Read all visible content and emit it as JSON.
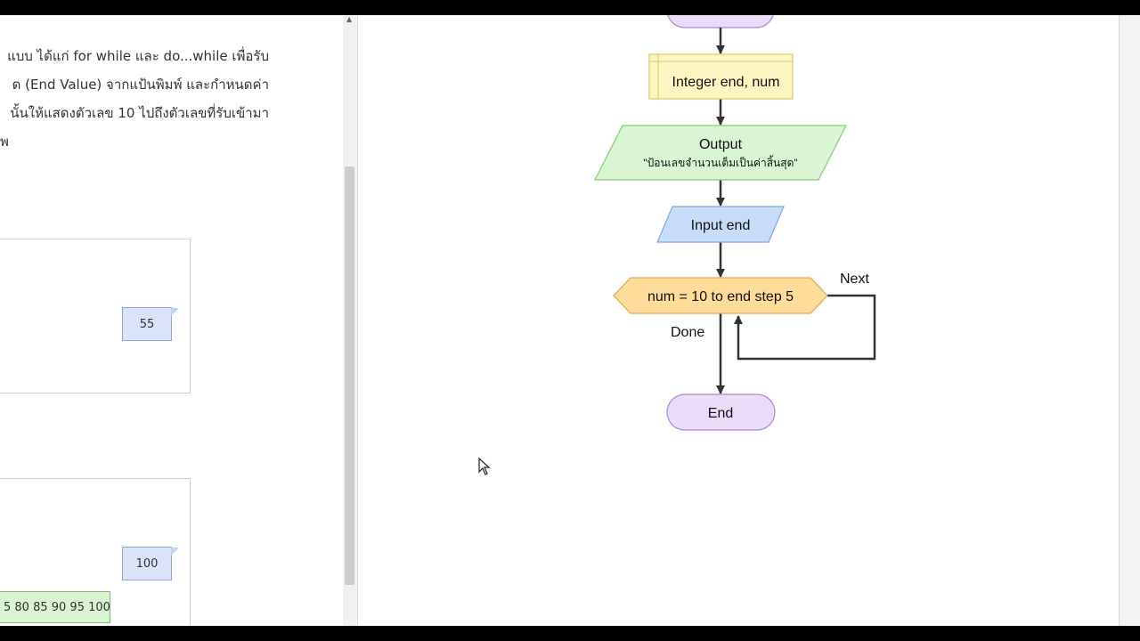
{
  "document": {
    "lines": [
      "แบบ ได้แก่ for while และ do...while เพื่อรับ",
      "ด (End Value) จากแป้นพิมพ์ และกำหนดค่า",
      "นั้นให้แสดงตัวเลข 10 ไปถึงตัวเลขที่รับเข้ามา",
      "พ"
    ],
    "example1": {
      "callout": "55"
    },
    "example2": {
      "callout": "100",
      "output": "5 80 85 90 95 100"
    }
  },
  "flowchart": {
    "declare": "Integer end, num",
    "output_title": "Output",
    "output_text": "\"ป้อนเลขจำนวนเต็มเป็นค่าสิ้นสุด\"",
    "input": "Input end",
    "loop": "num = 10 to end step 5",
    "next_label": "Next",
    "done_label": "Done",
    "end": "End",
    "colors": {
      "terminal": "#eadcf8",
      "declare": "#fdf6c3",
      "output": "#d9f5d3",
      "input": "#c6dcf8",
      "loop": "#fddc9a"
    }
  }
}
